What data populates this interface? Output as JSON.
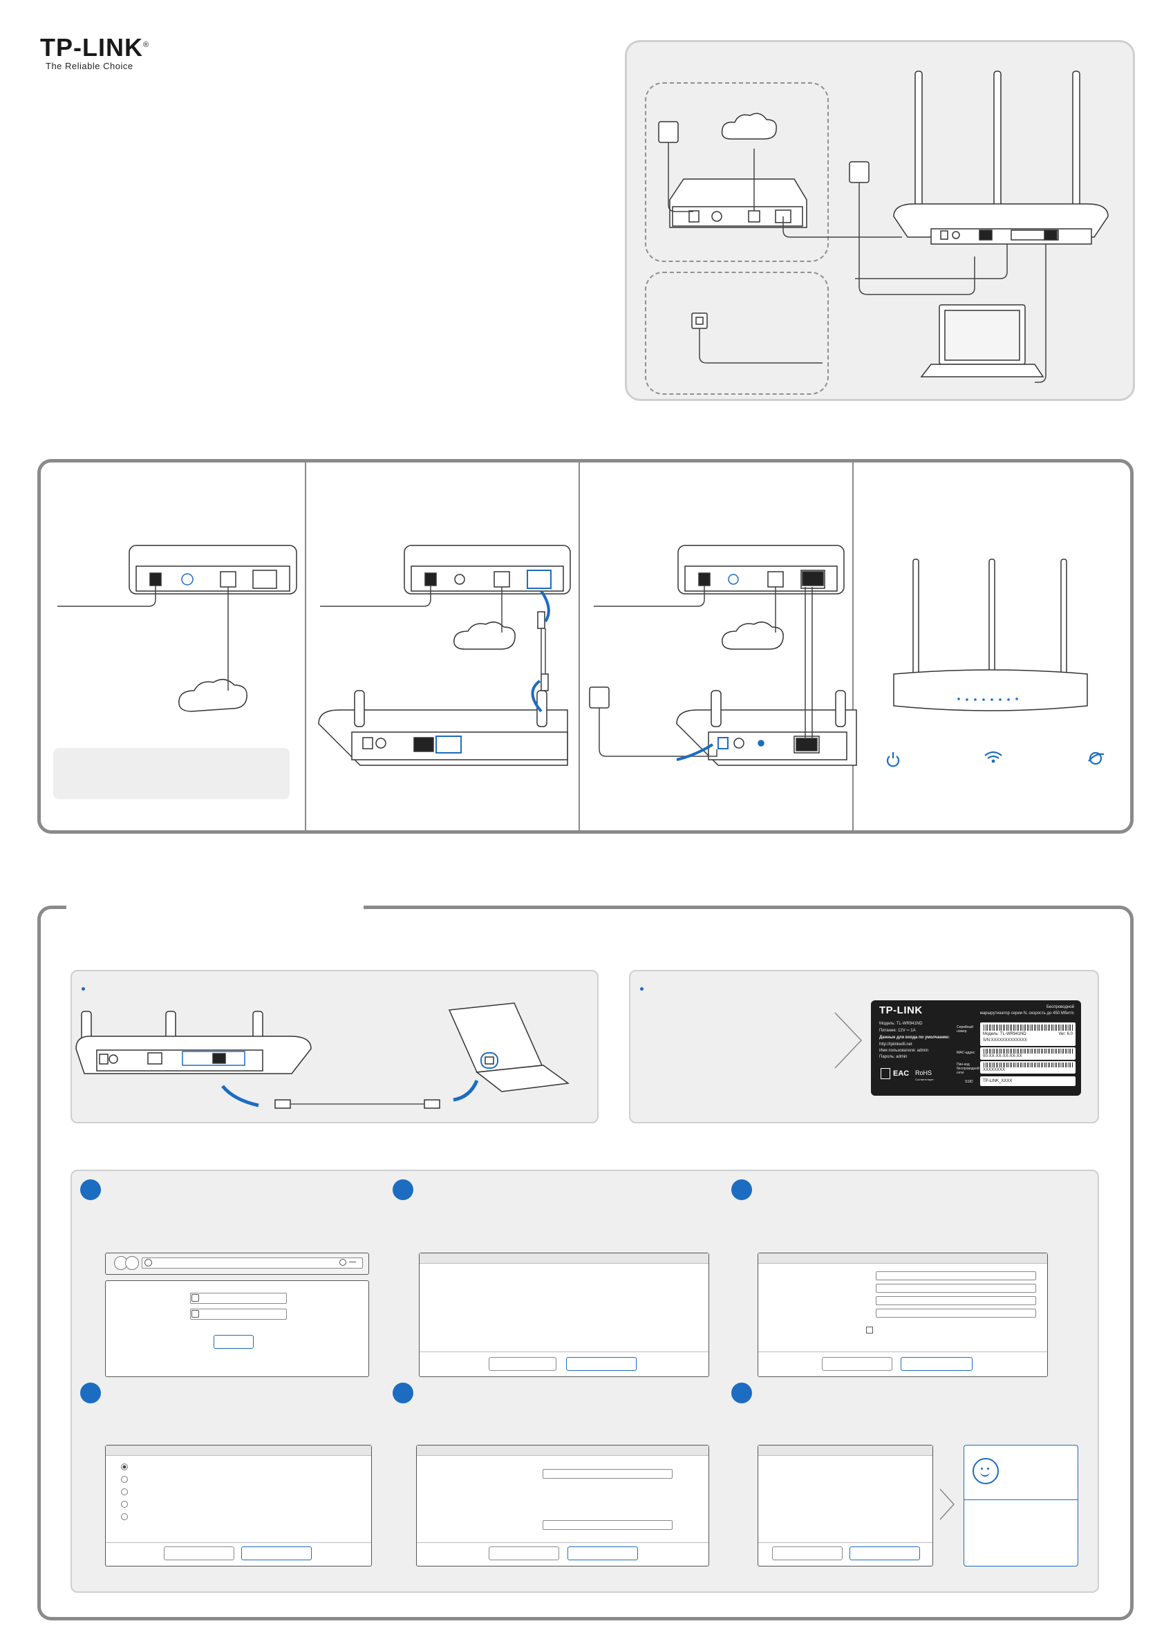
{
  "brand": {
    "logo_text": "TP-LINK",
    "registered_mark": "®",
    "tagline": "The Reliable Choice"
  },
  "label": {
    "brand": "TP-LINK",
    "title_line1": "Беспроводной",
    "title_line2": "маршрутизатор серии N, скорость до 450 Мбит/с",
    "model_line": "Модель: TL-WR941ND",
    "power_line": "Питание: 12V ═ 1A",
    "login_heading": "Данные для входа по умолчанию:",
    "login_url": "http://tplinkwifi.net",
    "login_user": "Имя пользователя: admin",
    "login_pass": "Пароль: admin",
    "serial_label": "Серийный номер",
    "serial_model": "Модель: TL-WR941ND",
    "serial_ver": "Ver: 6.0",
    "serial_sn": "S/N:XXXXXXXXXXXXX",
    "mac_label": "MAC-адрес",
    "mac_value": "00-XX-XX-XX-XX-XX",
    "pin_label": "Пин-код беспроводной сети",
    "pin_value": "XXXXXXXX",
    "ssid_label": "SSID",
    "ssid_value": "TP-LINK_XXXX",
    "rohs": "RoHS",
    "rohs_sub": "Соответствует",
    "eac": "EAC"
  },
  "colors": {
    "accent": "#1c6cc2",
    "panel_gray": "#efefef",
    "frame": "#8a8a8a"
  },
  "icons": {
    "power": "power-icon",
    "wifi": "wifi-icon",
    "internet": "globe-icon",
    "smiley": "smiley-icon",
    "user": "user-icon",
    "key": "key-icon"
  }
}
